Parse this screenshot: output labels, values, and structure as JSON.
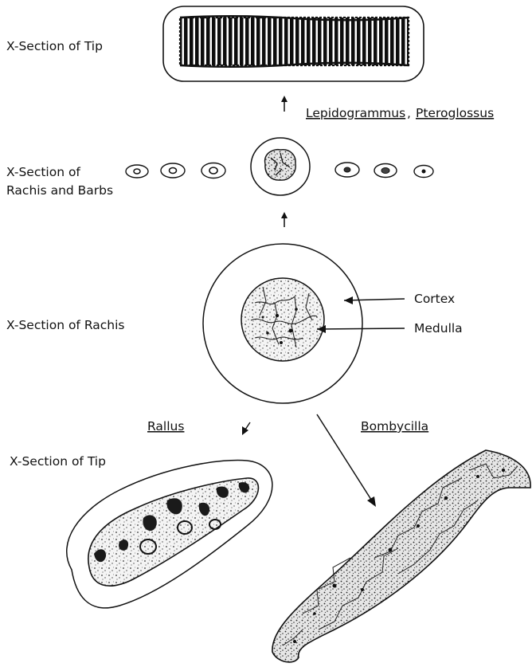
{
  "labels": {
    "top_tip": "X-Section of Tip",
    "top_genus_1": "Lepidogrammus",
    "top_genus_sep": ",",
    "top_genus_2": "Pteroglossus",
    "barbs_line1": "X-Section of",
    "barbs_line2": "Rachis and Barbs",
    "rachis": "X-Section of Rachis",
    "cortex": "Cortex",
    "medulla": "Medulla",
    "left_genus": "Rallus",
    "right_genus": "Bombycilla",
    "bottom_tip": "X-Section of Tip"
  },
  "colors": {
    "ink": "#111111",
    "stipple": "#2a2a2a",
    "background": "#ffffff"
  }
}
